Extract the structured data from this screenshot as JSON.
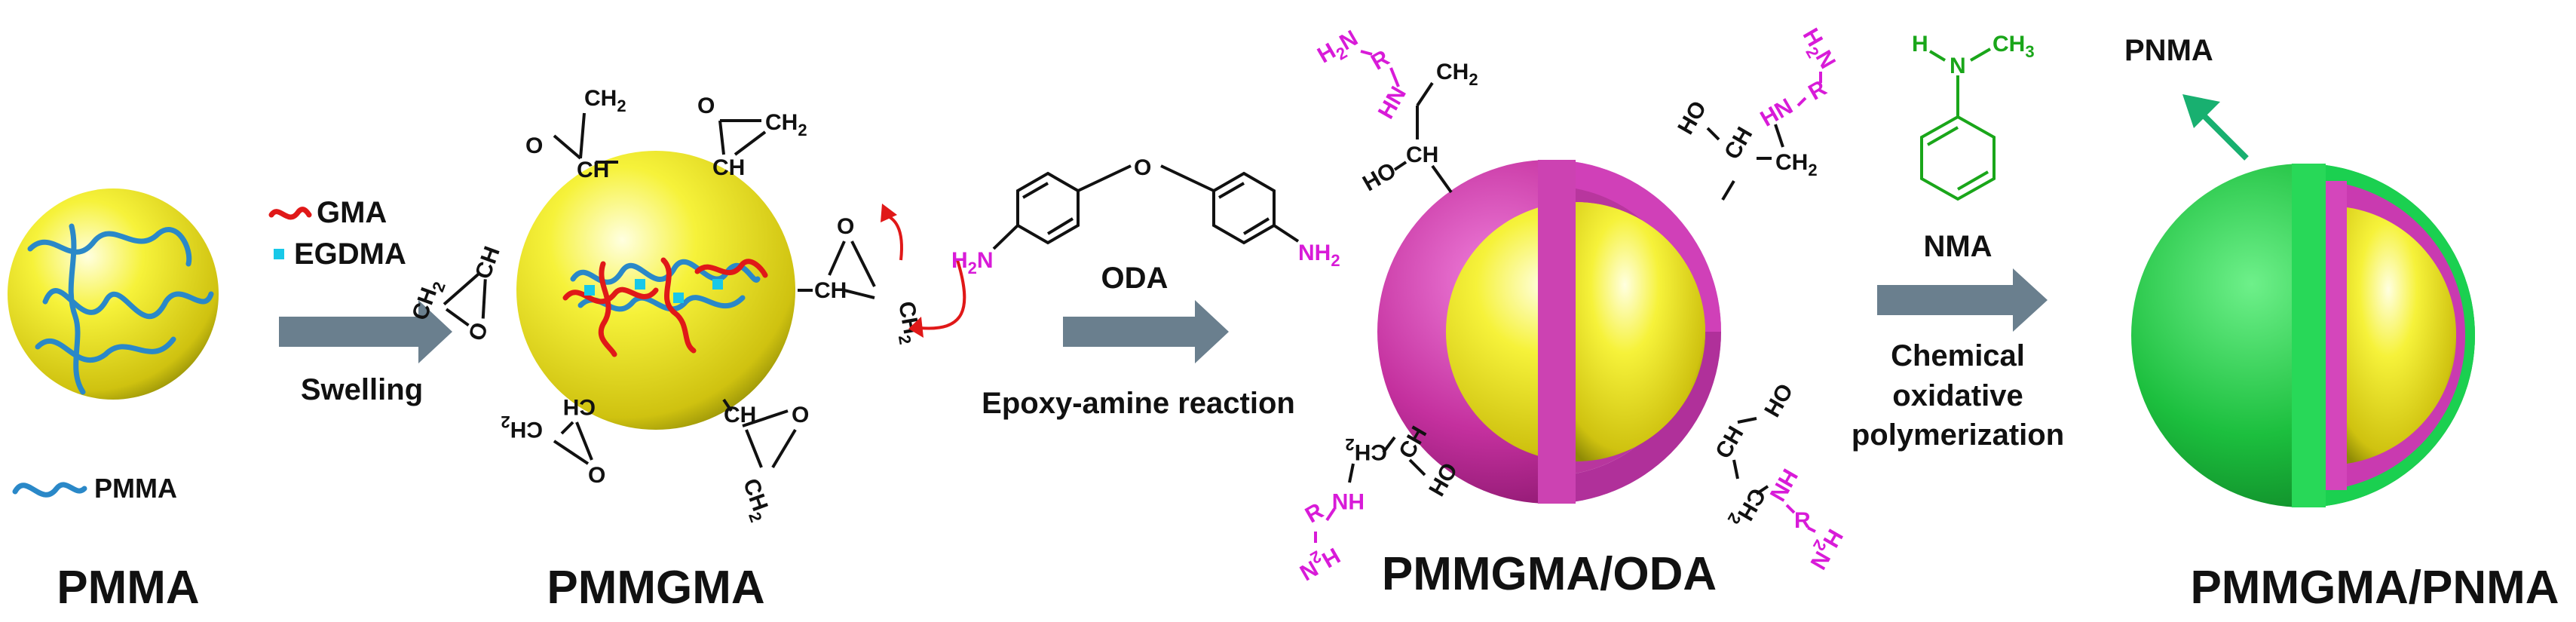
{
  "stage_titles": {
    "pmma": "PMMA",
    "pmmgma": "PMMGMA",
    "pmmgma_oda": "PMMGMA/ODA",
    "pmmgma_pnma": "PMMGMA/PNMA"
  },
  "legend": {
    "gma": "GMA",
    "egdma": "EGDMA",
    "pmma": "PMMA"
  },
  "steps": {
    "swelling": "Swelling",
    "oda": "ODA",
    "epoxy_amine": "Epoxy-amine reaction",
    "nma": "NMA",
    "oxidative_1": "Chemical",
    "oxidative_2": "oxidative",
    "oxidative_3": "polymerization"
  },
  "labels": {
    "pnma_shell": "PNMA"
  },
  "chem": {
    "ch2": "CH",
    "ch2_sub": "2",
    "ch": "CH",
    "o": "O",
    "oh": "HO",
    "hn": "HN",
    "r": "R",
    "h2n": "H",
    "h2n_sub": "2",
    "h2n_n": "N",
    "nh2": "NH",
    "nh2_sub": "2",
    "h": "H",
    "n": "N",
    "ch3": "CH",
    "ch3_sub": "3"
  },
  "colors": {
    "core_yellow": "#f2ee1a",
    "shell_magenta": "#c93ab0",
    "shell_green": "#18c040",
    "arrow_gray": "#6a7f8e",
    "pmma_chain": "#2a88c8",
    "gma_red": "#e01818",
    "egdma_cyan": "#18c8e8",
    "amine_magenta": "#d81bd8",
    "nma_green": "#1aa61a"
  }
}
